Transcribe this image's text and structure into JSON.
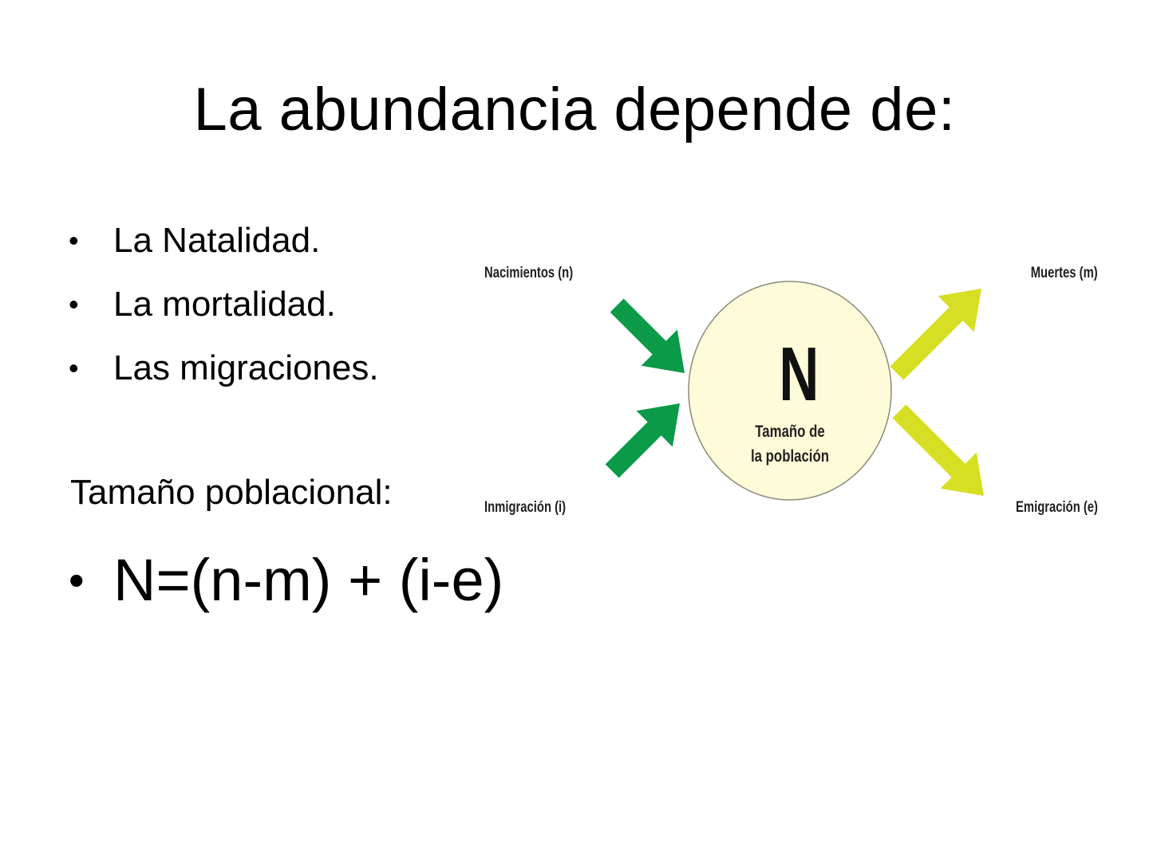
{
  "slide": {
    "title": "La abundancia depende de:",
    "bullets": [
      {
        "bullet": "•",
        "label": "La Natalidad."
      },
      {
        "bullet": "•",
        "label": "La mortalidad."
      },
      {
        "bullet": "•",
        "label": "Las migraciones."
      }
    ],
    "subheading": "Tamaño poblacional:",
    "formula": {
      "bullet": "•",
      "text": "N=(n-m) + (i-e)"
    }
  },
  "diagram": {
    "center": {
      "symbol": "N",
      "caption_line1": "Tamaño de",
      "caption_line2": "la población",
      "fill_color": "#fdfbd8",
      "stroke_color": "#8a8a7a"
    },
    "inflows": [
      {
        "label": "Nacimientos (n)",
        "direction": "in",
        "color": "#0a9a48"
      },
      {
        "label": "Inmigración (i)",
        "direction": "in",
        "color": "#0a9a48"
      }
    ],
    "outflows": [
      {
        "label": "Muertes (m)",
        "direction": "out",
        "color": "#d6df23"
      },
      {
        "label": "Emigración (e)",
        "direction": "out",
        "color": "#d6df23"
      }
    ]
  }
}
